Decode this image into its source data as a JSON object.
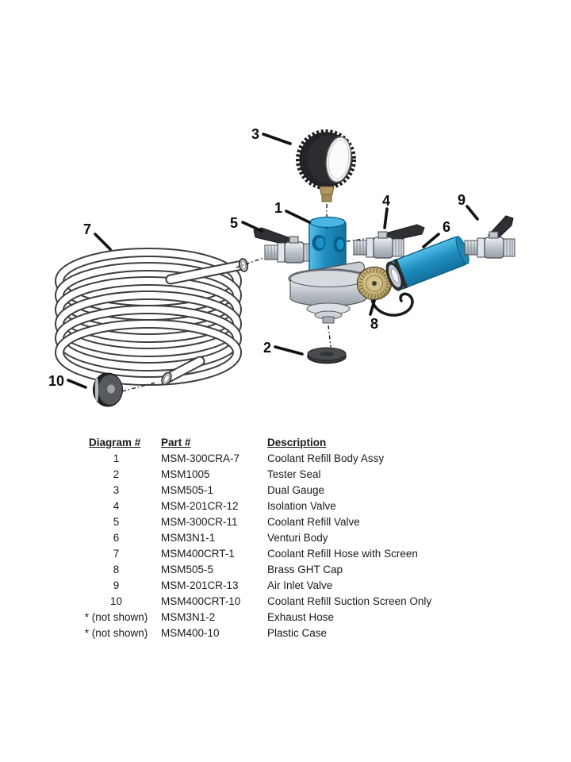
{
  "page": {
    "background": "#ffffff"
  },
  "diagram": {
    "callouts": [
      {
        "text": "1"
      },
      {
        "text": "2"
      },
      {
        "text": "3"
      },
      {
        "text": "4"
      },
      {
        "text": "5"
      },
      {
        "text": "6"
      },
      {
        "text": "7"
      },
      {
        "text": "8"
      },
      {
        "text": "9"
      },
      {
        "text": "10"
      }
    ],
    "colors": {
      "part_blue": "#1d8cbe",
      "brass": "#c2ae74",
      "steel": "#c9cdd3",
      "handle_black": "#2e3033",
      "gauge_black": "#232427"
    }
  },
  "table": {
    "headers": [
      "Diagram #",
      "Part #",
      "Description"
    ],
    "rows": [
      {
        "num": "1",
        "part": "MSM-300CRA-7",
        "desc": "Coolant Refill Body Assy"
      },
      {
        "num": "2",
        "part": "MSM1005",
        "desc": "Tester Seal"
      },
      {
        "num": "3",
        "part": "MSM505-1",
        "desc": "Dual Gauge"
      },
      {
        "num": "4",
        "part": "MSM-201CR-12",
        "desc": "Isolation Valve"
      },
      {
        "num": "5",
        "part": "MSM-300CR-11",
        "desc": "Coolant Refill Valve"
      },
      {
        "num": "6",
        "part": "MSM3N1-1",
        "desc": "Venturi Body"
      },
      {
        "num": "7",
        "part": "MSM400CRT-1",
        "desc": "Coolant Refill Hose with Screen"
      },
      {
        "num": "8",
        "part": "MSM505-5",
        "desc": "Brass GHT Cap"
      },
      {
        "num": "9",
        "part": "MSM-201CR-13",
        "desc": "Air Inlet Valve"
      },
      {
        "num": "10",
        "part": "MSM400CRT-10",
        "desc": "Coolant Refill Suction Screen Only"
      },
      {
        "num": "* (not shown)",
        "part": "MSM3N1-2",
        "desc": "Exhaust Hose"
      },
      {
        "num": "* (not shown)",
        "part": "MSM400-10",
        "desc": "Plastic Case"
      }
    ]
  }
}
